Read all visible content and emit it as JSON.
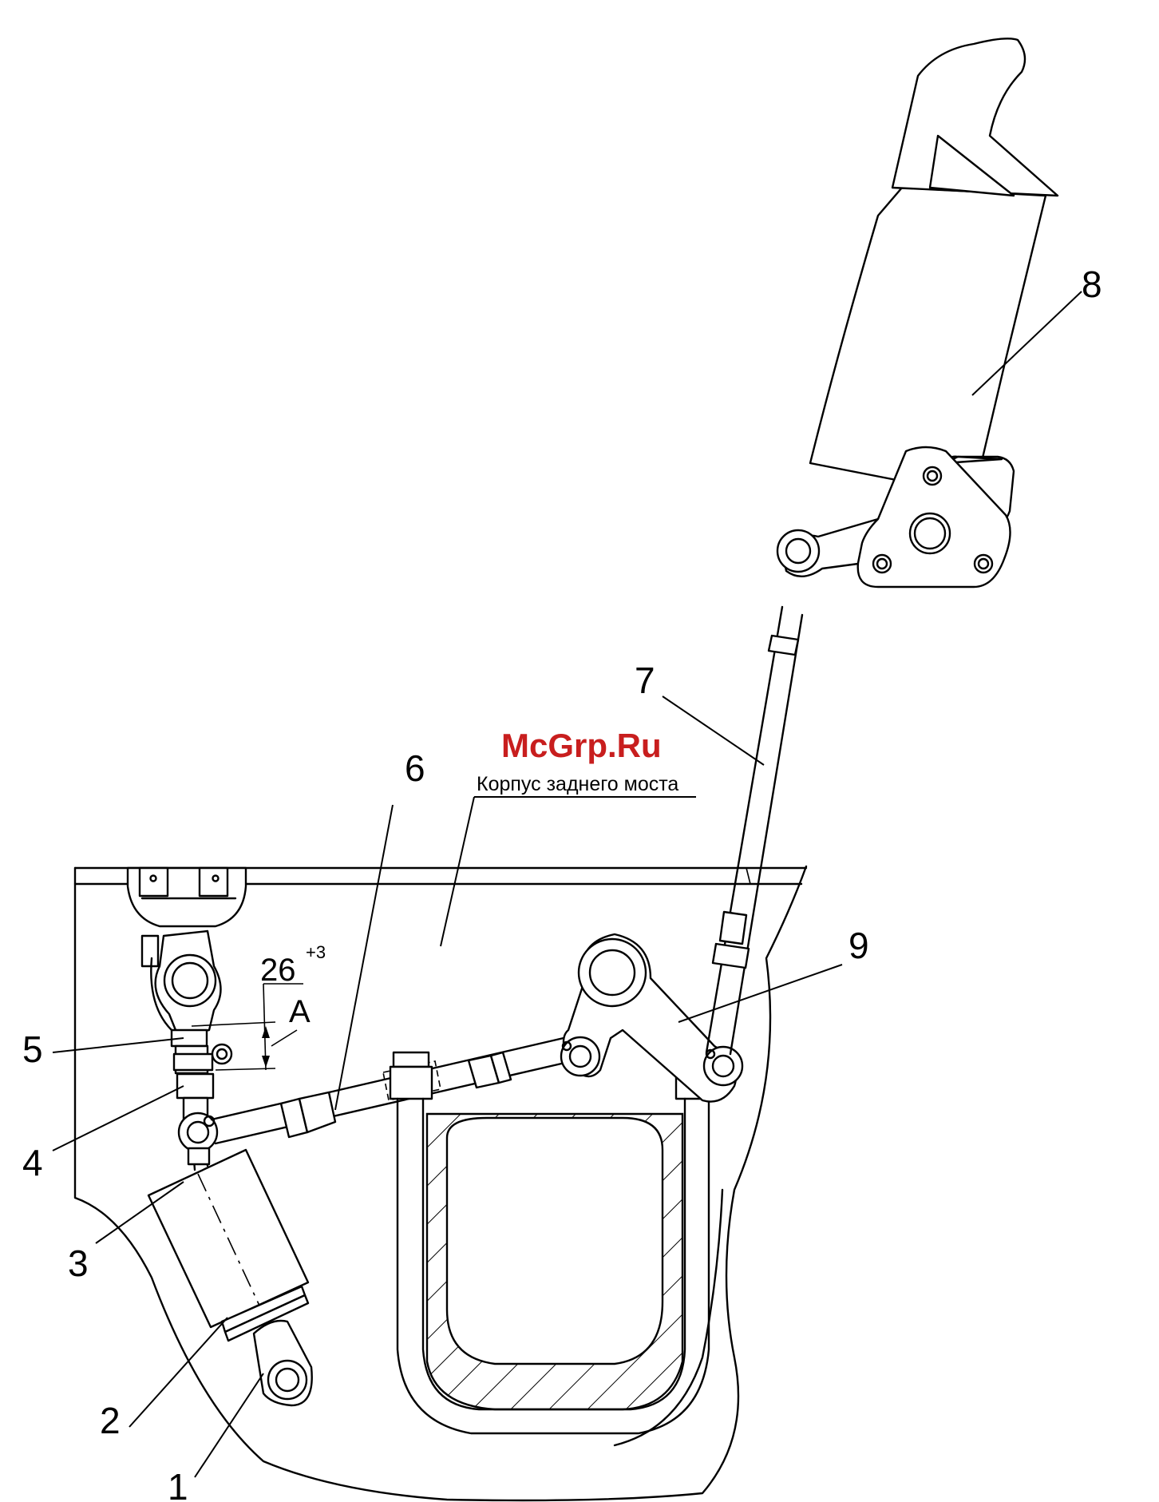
{
  "watermark": {
    "text": "McGrp.Ru",
    "color": "#c81e1e"
  },
  "caption": "Корпус заднего моста",
  "dimension": {
    "value": "26",
    "tolerance": "+3",
    "letter": "A"
  },
  "callouts": [
    "1",
    "2",
    "3",
    "4",
    "5",
    "6",
    "7",
    "8",
    "9"
  ]
}
